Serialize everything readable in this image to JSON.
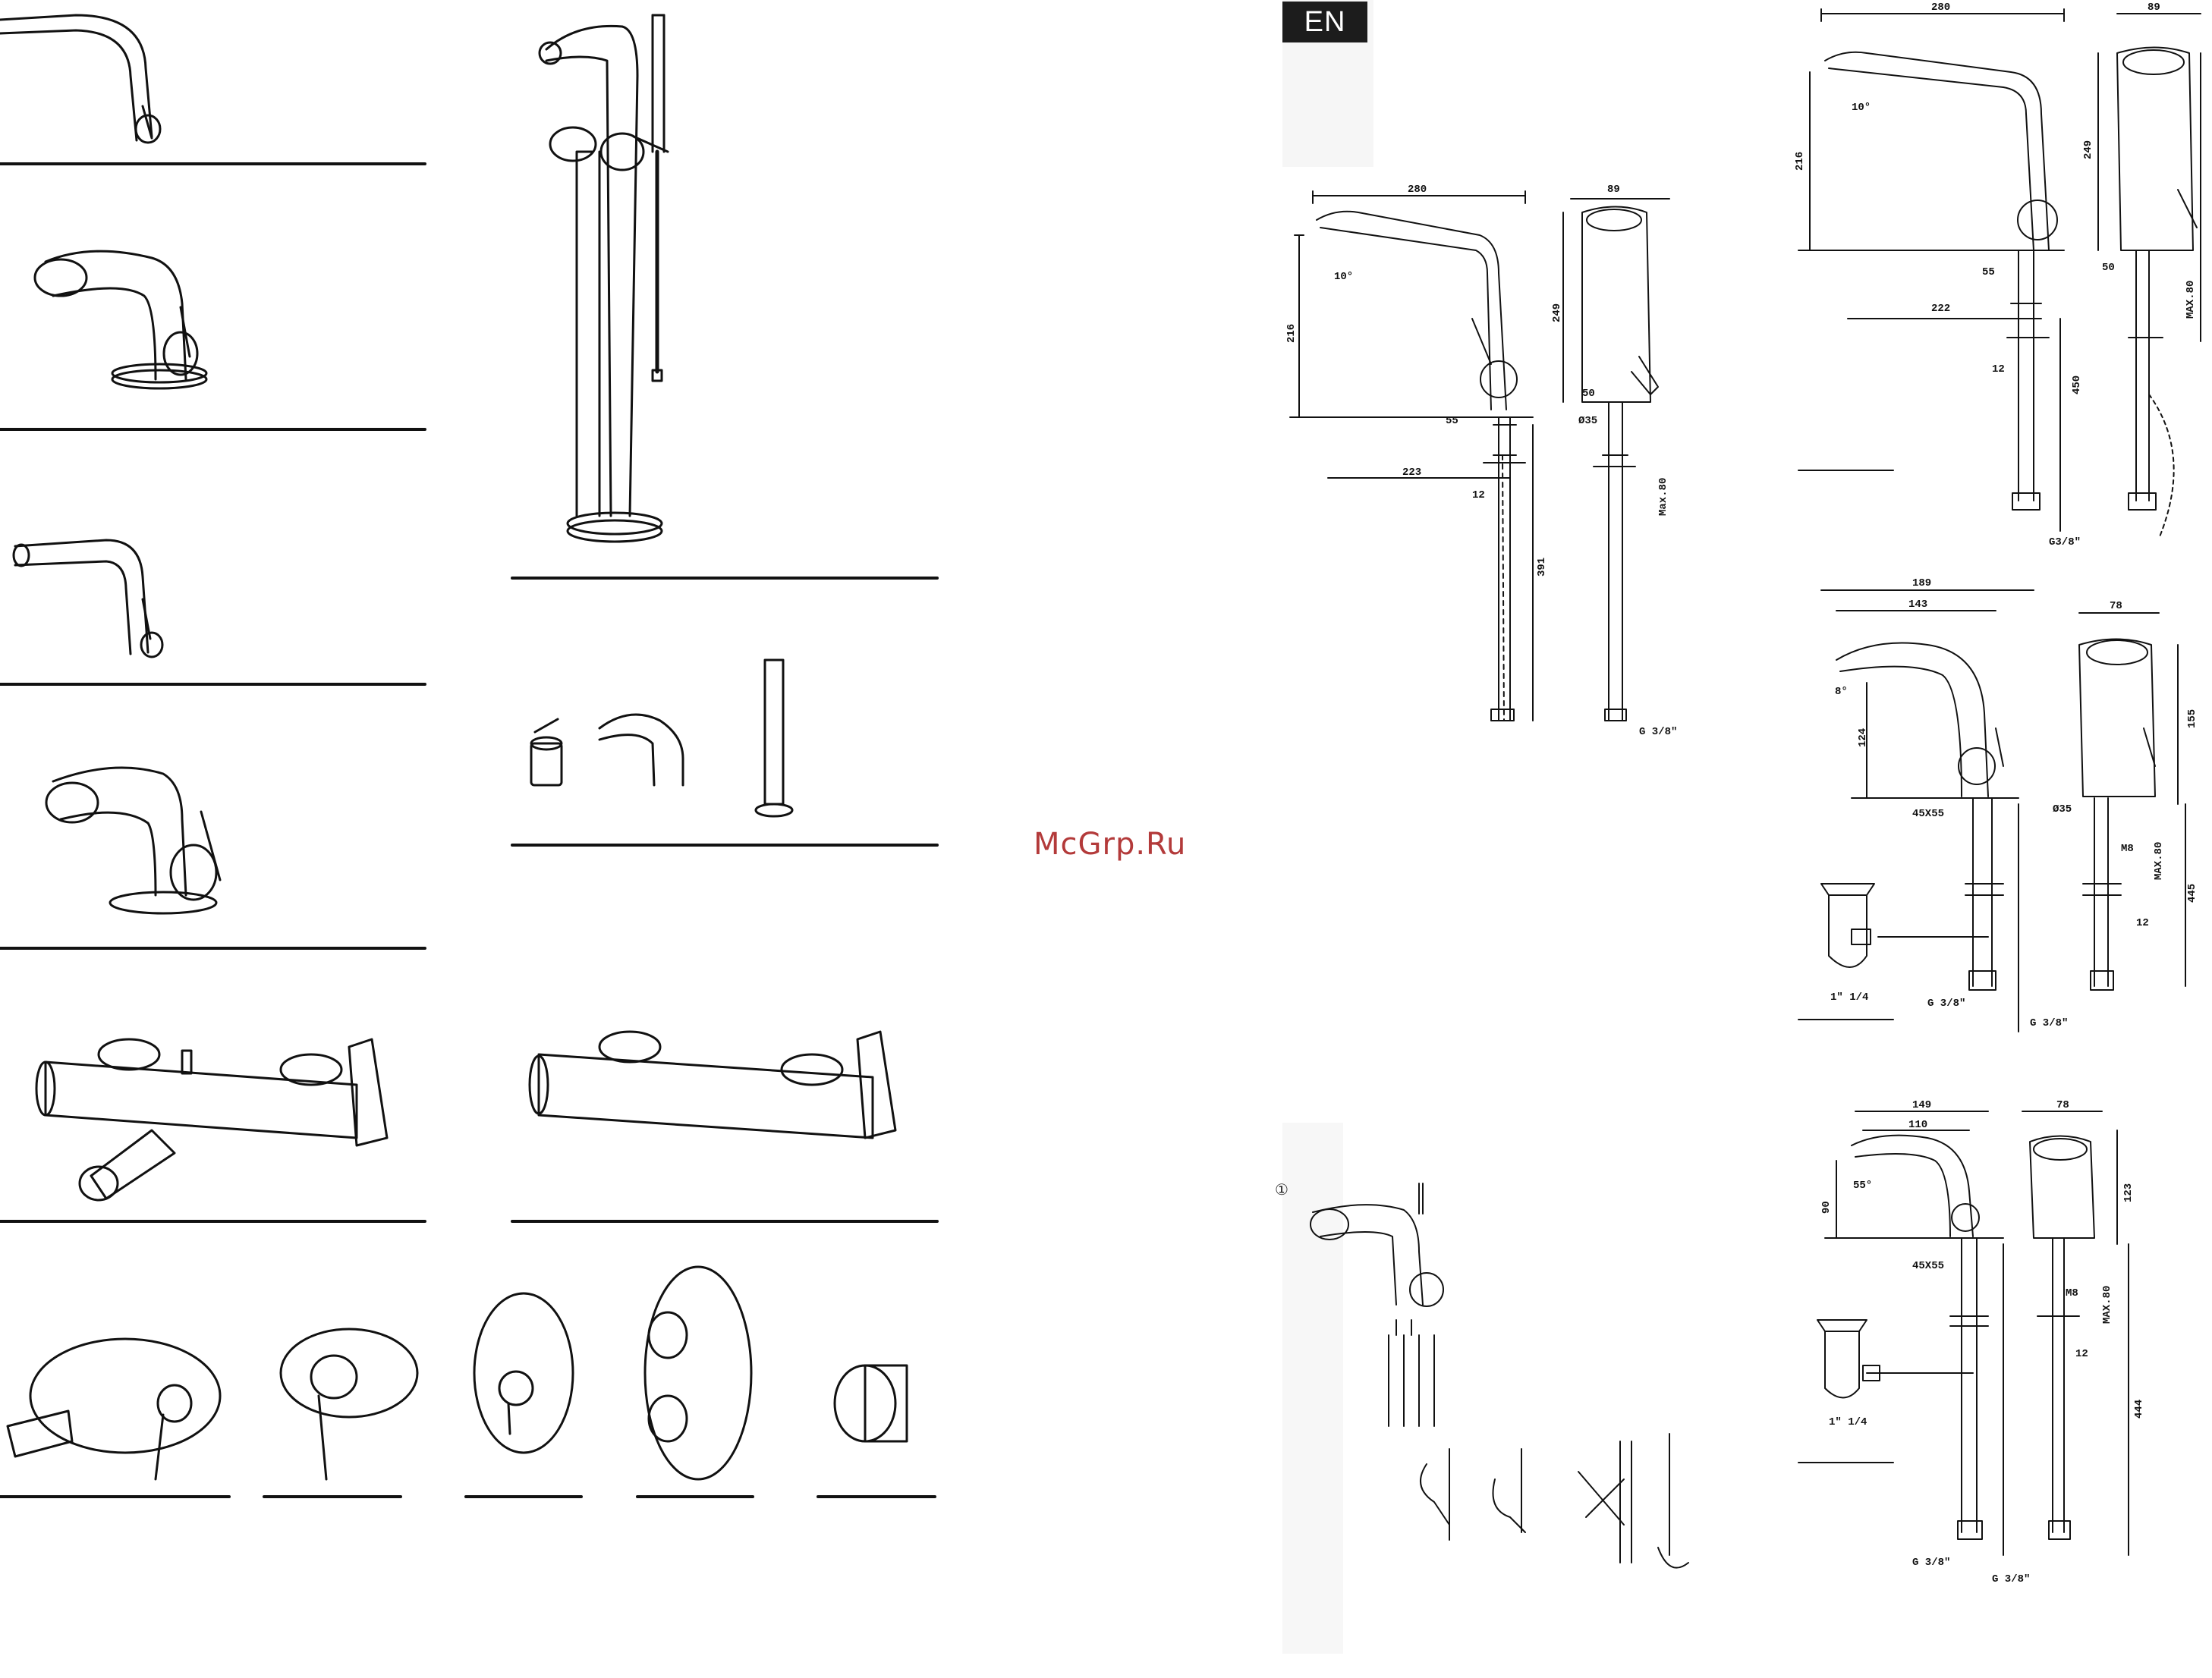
{
  "page": {
    "language_badge": "EN",
    "watermark": "McGrp.Ru",
    "step_marker": "①"
  },
  "drawing_1": {
    "width_top": "280",
    "width_side": "89",
    "angle": "10°",
    "height_spout": "216",
    "height_body": "249",
    "dim_55": "55",
    "dim_50": "50",
    "dim_223": "223",
    "dia_35": "Ø35",
    "max_80": "Max.80",
    "hex_12": "12",
    "hose_391": "391",
    "thread": "G 3/8\""
  },
  "drawing_2": {
    "width_top": "280",
    "width_side": "89",
    "angle": "10°",
    "height_spout": "216",
    "height_body": "249",
    "dim_55": "55",
    "dim_50": "50",
    "dim_222": "222",
    "max_80": "MAX.80",
    "hex_12": "12",
    "hose_450": "450",
    "thread": "G3/8\""
  },
  "drawing_3": {
    "width_189": "189",
    "width_143": "143",
    "width_side": "78",
    "angle": "8°",
    "height_124": "124",
    "height_155": "155",
    "drain": "45X55",
    "dia_35": "Ø35",
    "m8": "M8",
    "max_80": "MAX.80",
    "hose_445": "445",
    "hex_12": "12",
    "waste": "1\" 1/4",
    "thread_a": "G 3/8\"",
    "thread_b": "G 3/8\""
  },
  "drawing_4": {
    "width_149": "149",
    "width_110": "110",
    "width_side": "78",
    "angle": "55°",
    "height_90": "90",
    "height_123": "123",
    "drain": "45X55",
    "m8": "M8",
    "max_80": "MAX.80",
    "hex_12": "12",
    "hose_444": "444",
    "waste": "1\" 1/4",
    "thread_a": "G 3/8\"",
    "thread_b": "G 3/8\""
  }
}
